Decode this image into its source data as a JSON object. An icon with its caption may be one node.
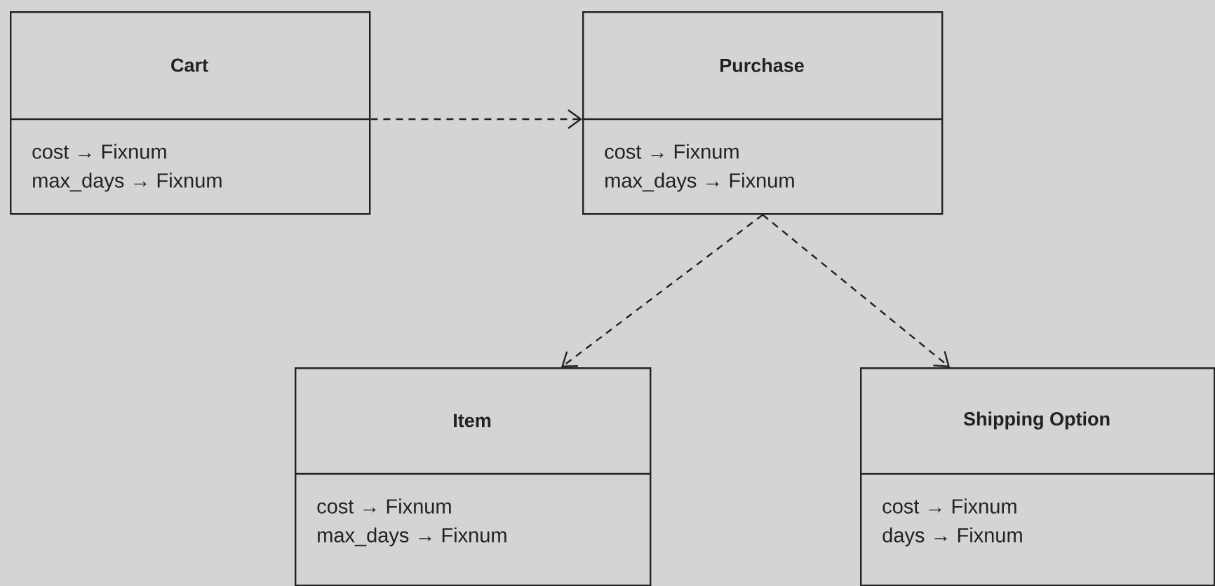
{
  "diagram": {
    "nodes": [
      {
        "text": [
          "Cart",
          "cost → Fixnum",
          "max_days → Fixnum"
        ]
      },
      {
        "text": [
          "Purchase",
          "cost → Fixnum",
          "max_days → Fixnum"
        ]
      },
      {
        "text": [
          "Item",
          "cost → Fixnum",
          "max_days → Fixnum"
        ]
      },
      {
        "text": [
          "Shipping Option",
          "cost → Fixnum",
          "days → Fixnum"
        ]
      }
    ],
    "edges": [
      {
        "from": 0,
        "to": 1,
        "arrow": "to",
        "style": "dashed"
      },
      {
        "from": 1,
        "to": 2,
        "arrow": "to",
        "style": "dashed"
      },
      {
        "from": 1,
        "to": 3,
        "arrow": "to",
        "style": "dashed"
      }
    ]
  }
}
